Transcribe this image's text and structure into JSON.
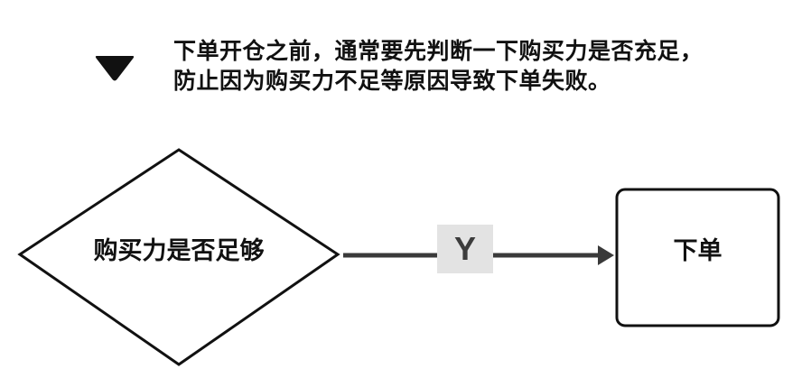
{
  "header": {
    "caret_icon": "caret-down-icon",
    "note_lines": [
      "下单开仓之前，通常要先判断一下购买力是否充足，",
      "防止因为购买力不足等原因导致下单失败。"
    ]
  },
  "diagram": {
    "decision": {
      "shape": "diamond",
      "label": "购买力是否足够"
    },
    "edge": {
      "label": "Y",
      "from": "decision",
      "to": "action"
    },
    "action": {
      "shape": "rounded-rectangle",
      "label": "下单"
    }
  }
}
